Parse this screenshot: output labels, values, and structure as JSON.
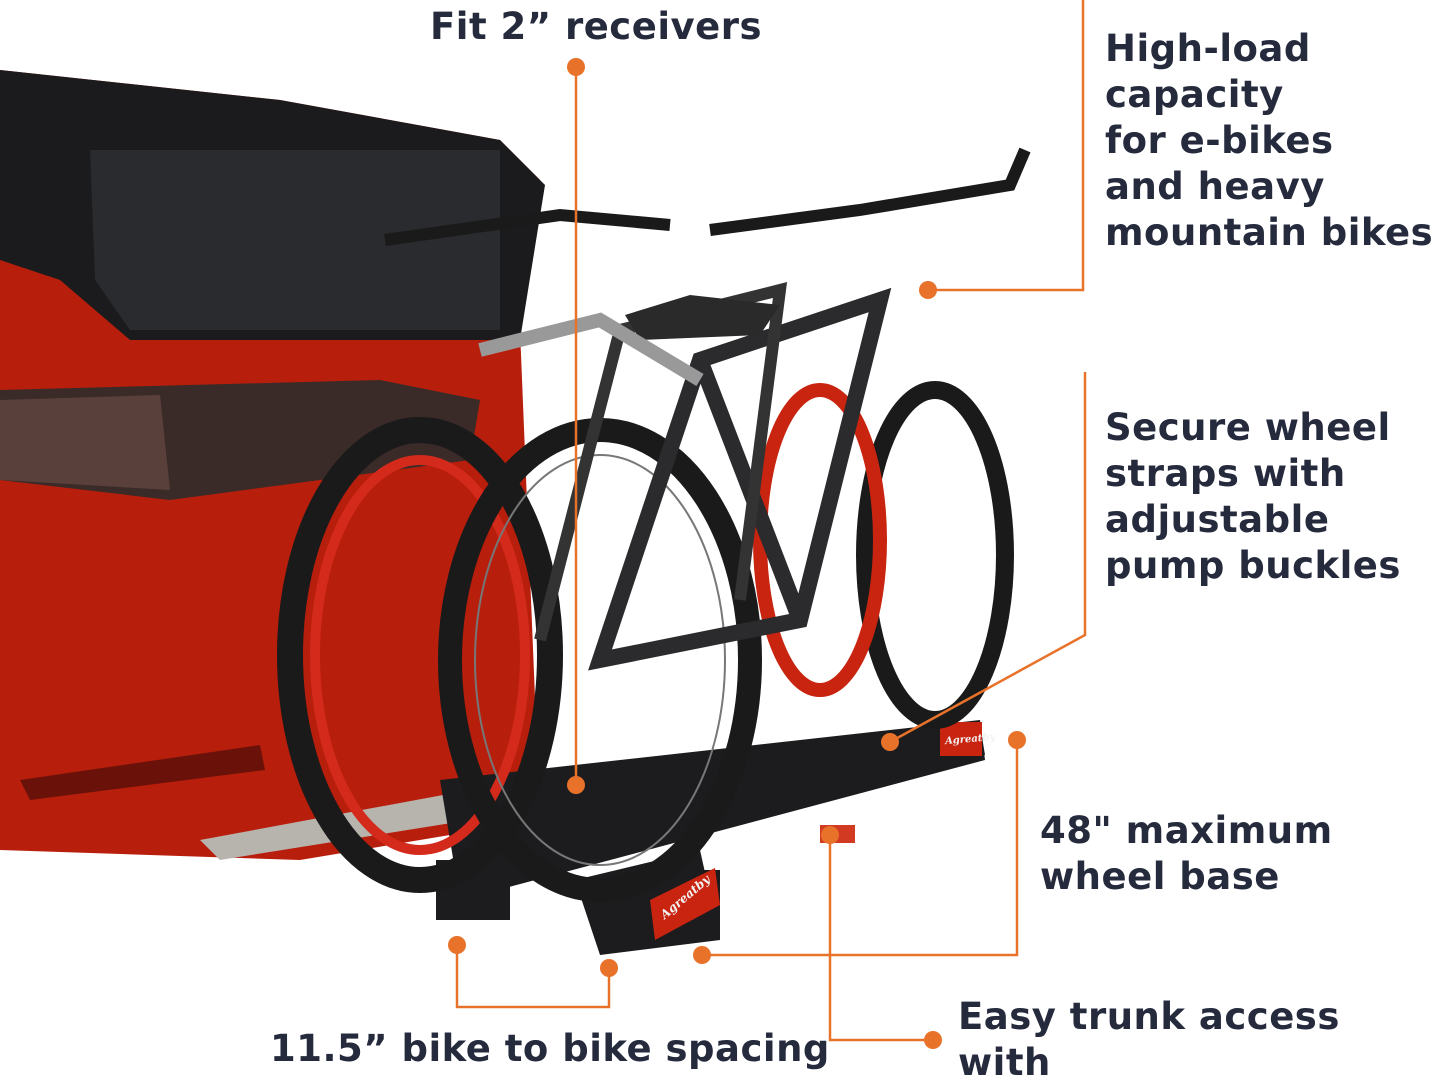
{
  "colors": {
    "accent": "#e8722a",
    "text": "#252b3d",
    "car": "#c8240f",
    "rack": "#1c1c1e"
  },
  "brand_mark": "Agreatby",
  "callouts": {
    "receivers": "Fit 2” receivers",
    "capacity": "High-load\ncapacity\nfor e-bikes\nand heavy\nmountain bikes",
    "straps": "Secure wheel\nstraps with\nadjustable\npump buckles",
    "wheelbase": "48\" maximum\nwheel base",
    "spacing": "11.5” bike to bike spacing",
    "trunk": "Easy trunk access with\nsmart foot pedal tilt"
  }
}
